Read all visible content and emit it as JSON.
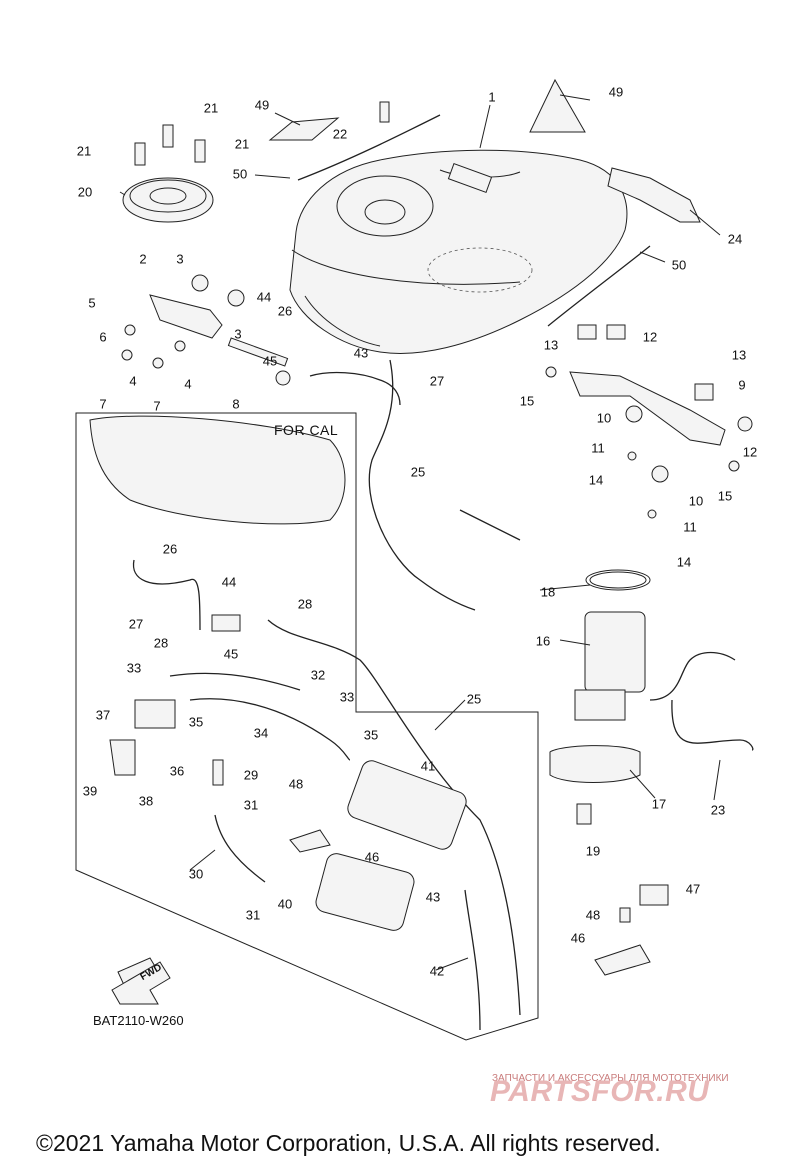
{
  "diagram": {
    "code": "BAT2110-W260",
    "inset_title": "FOR CAL",
    "fwd_label": "FWD",
    "copyright": "©2021 Yamaha Motor Corporation, U.S.A. All rights reserved.",
    "watermark": {
      "subtitle": "ЗАПЧАСТИ И АКСЕССУАРЫ ДЛЯ МОТОТЕХНИКИ",
      "logo": "PARTSFOR.RU"
    },
    "callouts": [
      {
        "label": "1"
      },
      {
        "label": "2"
      },
      {
        "label": "3"
      },
      {
        "label": "3"
      },
      {
        "label": "4"
      },
      {
        "label": "4"
      },
      {
        "label": "5"
      },
      {
        "label": "6"
      },
      {
        "label": "7"
      },
      {
        "label": "7"
      },
      {
        "label": "8"
      },
      {
        "label": "9"
      },
      {
        "label": "10"
      },
      {
        "label": "10"
      },
      {
        "label": "11"
      },
      {
        "label": "11"
      },
      {
        "label": "12"
      },
      {
        "label": "12"
      },
      {
        "label": "13"
      },
      {
        "label": "13"
      },
      {
        "label": "14"
      },
      {
        "label": "14"
      },
      {
        "label": "15"
      },
      {
        "label": "15"
      },
      {
        "label": "16"
      },
      {
        "label": "17"
      },
      {
        "label": "18"
      },
      {
        "label": "19"
      },
      {
        "label": "20"
      },
      {
        "label": "21"
      },
      {
        "label": "21"
      },
      {
        "label": "21"
      },
      {
        "label": "22"
      },
      {
        "label": "23"
      },
      {
        "label": "24"
      },
      {
        "label": "25"
      },
      {
        "label": "25"
      },
      {
        "label": "26"
      },
      {
        "label": "26"
      },
      {
        "label": "27"
      },
      {
        "label": "27"
      },
      {
        "label": "28"
      },
      {
        "label": "28"
      },
      {
        "label": "29"
      },
      {
        "label": "30"
      },
      {
        "label": "31"
      },
      {
        "label": "31"
      },
      {
        "label": "32"
      },
      {
        "label": "33"
      },
      {
        "label": "33"
      },
      {
        "label": "34"
      },
      {
        "label": "35"
      },
      {
        "label": "35"
      },
      {
        "label": "36"
      },
      {
        "label": "37"
      },
      {
        "label": "38"
      },
      {
        "label": "39"
      },
      {
        "label": "40"
      },
      {
        "label": "41"
      },
      {
        "label": "42"
      },
      {
        "label": "43"
      },
      {
        "label": "43"
      },
      {
        "label": "44"
      },
      {
        "label": "44"
      },
      {
        "label": "45"
      },
      {
        "label": "45"
      },
      {
        "label": "46"
      },
      {
        "label": "46"
      },
      {
        "label": "47"
      },
      {
        "label": "48"
      },
      {
        "label": "48"
      },
      {
        "label": "49"
      },
      {
        "label": "49"
      },
      {
        "label": "50"
      },
      {
        "label": "50"
      }
    ]
  }
}
